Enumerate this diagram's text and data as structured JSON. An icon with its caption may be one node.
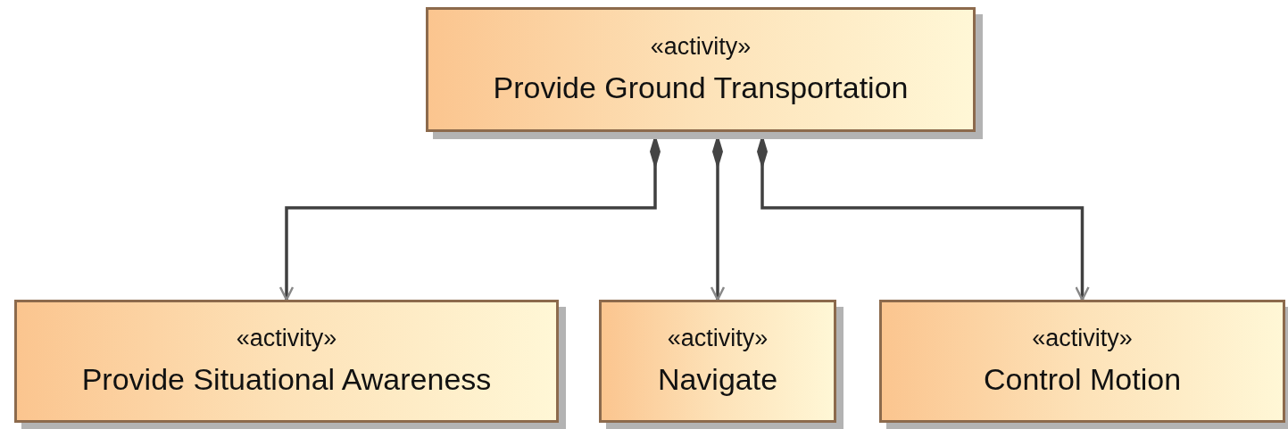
{
  "diagram": {
    "nodes": [
      {
        "text": [
          "«activity»",
          "Provide Ground Transportation"
        ]
      },
      {
        "text": [
          "«activity»",
          "Provide Situational Awareness"
        ]
      },
      {
        "text": [
          "«activity»",
          "Navigate"
        ]
      },
      {
        "text": [
          "«activity»",
          "Control Motion"
        ]
      }
    ],
    "edges": [
      {
        "from": 0,
        "to": 1,
        "arrow": "to"
      },
      {
        "from": 0,
        "to": 2,
        "arrow": "to"
      },
      {
        "from": 0,
        "to": 3,
        "arrow": "to"
      }
    ]
  }
}
